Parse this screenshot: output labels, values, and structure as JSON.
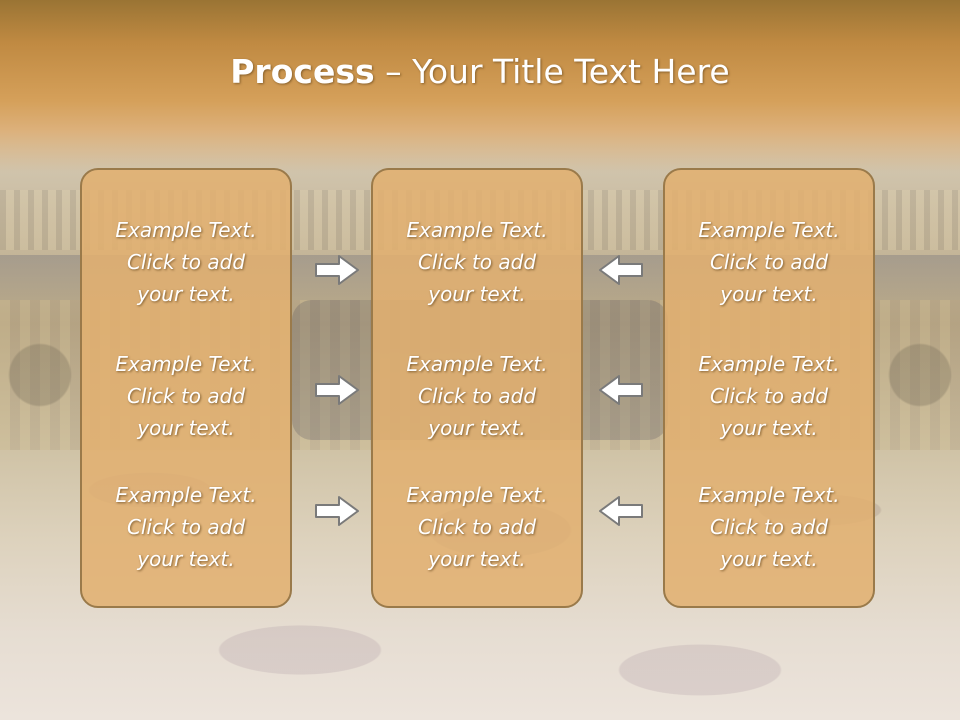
{
  "slide": {
    "title_bold": "Process",
    "title_rest": " – Your Title Text Here"
  },
  "columns": [
    {
      "items": [
        {
          "line1": "Example Text.",
          "line2": "Click  to add",
          "line3": "your text."
        },
        {
          "line1": "Example Text.",
          "line2": "Click  to add",
          "line3": "your text."
        },
        {
          "line1": "Example Text.",
          "line2": "Click  to add",
          "line3": "your text."
        }
      ]
    },
    {
      "items": [
        {
          "line1": "Example Text.",
          "line2": "Click  to add",
          "line3": "your text."
        },
        {
          "line1": "Example Text.",
          "line2": "Click  to add",
          "line3": "your text."
        },
        {
          "line1": "Example Text.",
          "line2": "Click  to add",
          "line3": "your text."
        }
      ]
    },
    {
      "items": [
        {
          "line1": "Example Text.",
          "line2": "Click  to add",
          "line3": "your text."
        },
        {
          "line1": "Example Text.",
          "line2": "Click  to add",
          "line3": "your text."
        },
        {
          "line1": "Example Text.",
          "line2": "Click  to add",
          "line3": "your text."
        }
      ]
    }
  ],
  "arrows": {
    "left_side": [
      "right-arrow-icon",
      "right-arrow-icon",
      "right-arrow-icon"
    ],
    "right_side": [
      "left-arrow-icon",
      "left-arrow-icon",
      "left-arrow-icon"
    ]
  },
  "colors": {
    "box_fill": "#e2b070",
    "box_border": "#9a7a4a",
    "title_band": "#c08a42",
    "text": "#ffffff"
  }
}
